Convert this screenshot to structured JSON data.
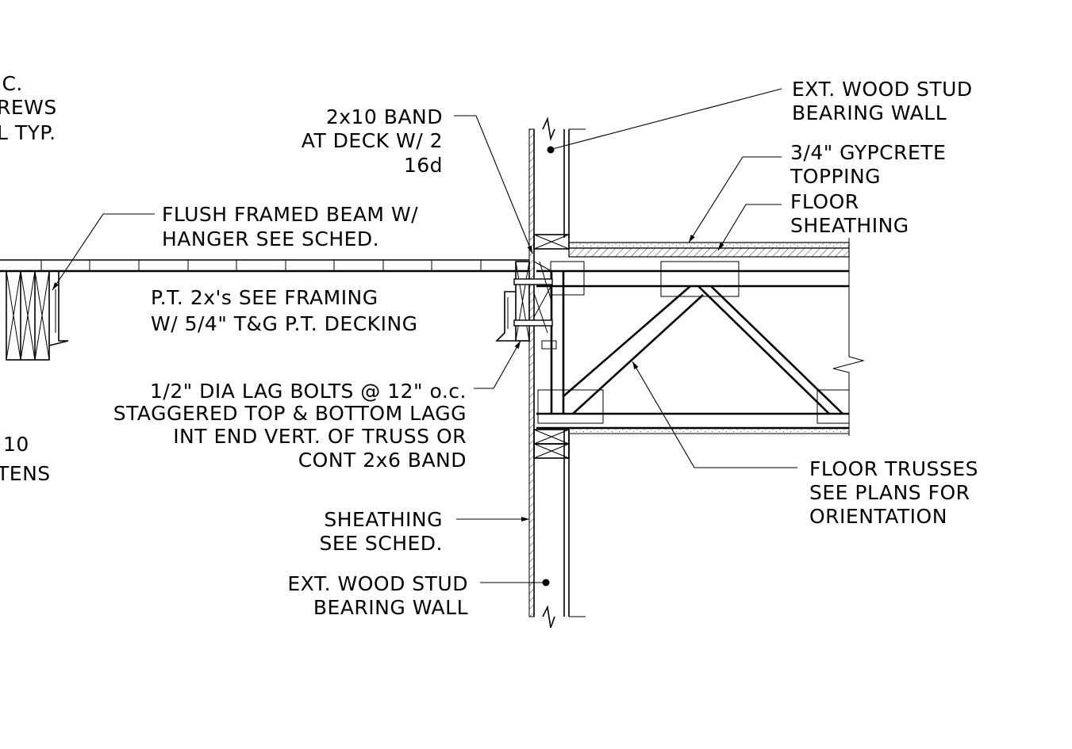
{
  "notes": {
    "cut_left_1": ".C.",
    "cut_left_2": "REWS",
    "cut_left_3": "L TYP.",
    "cut_left_4": "10",
    "cut_left_5": "TENS",
    "band_1": "2x10 BAND",
    "band_2": "AT DECK W/ 2",
    "band_3": "16d",
    "ext_wall_top_1": "EXT. WOOD STUD",
    "ext_wall_top_2": "BEARING WALL",
    "gypcrete_1": "3/4\" GYPCRETE",
    "gypcrete_2": "TOPPING",
    "floor_sheathing_1": "FLOOR",
    "floor_sheathing_2": "SHEATHING",
    "beam_1": "FLUSH FRAMED BEAM W/",
    "beam_2": "HANGER SEE SCHED.",
    "framing_1": "P.T. 2x's SEE FRAMING",
    "framing_2": "W/ 5/4\" T&G P.T. DECKING",
    "lag_1": "1/2\" DIA LAG BOLTS @ 12\" o.c.",
    "lag_2": "STAGGERED TOP & BOTTOM LAGG",
    "lag_3": "INT END VERT. OF TRUSS OR",
    "lag_4": "CONT 2x6 BAND",
    "trusses_1": "FLOOR TRUSSES",
    "trusses_2": "SEE PLANS FOR",
    "trusses_3": "ORIENTATION",
    "sheathing_1": "SHEATHING",
    "sheathing_2": "SEE SCHED.",
    "ext_wall_bot_1": "EXT. WOOD STUD",
    "ext_wall_bot_2": "BEARING WALL"
  }
}
